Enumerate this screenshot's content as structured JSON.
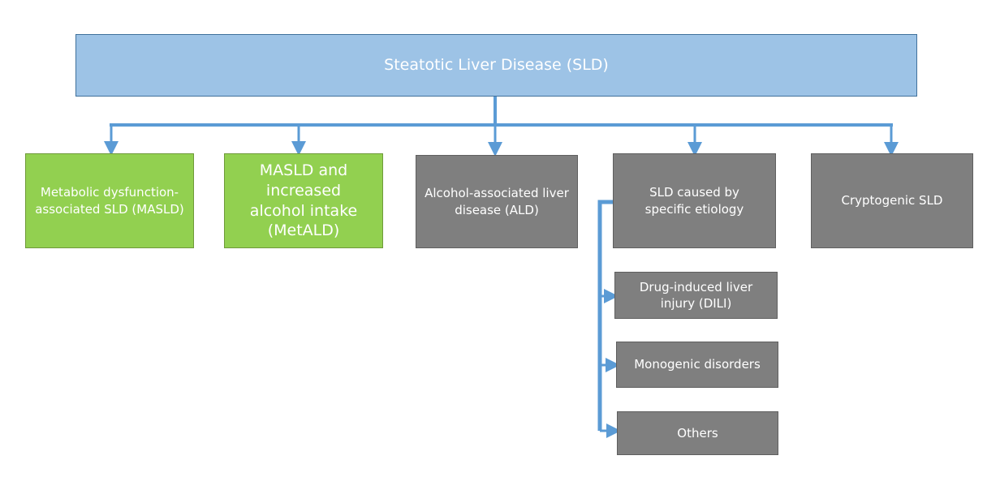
{
  "root": {
    "label": "Steatotic Liver Disease (SLD)"
  },
  "categories": [
    {
      "label": "Metabolic dysfunction-associated SLD (MASLD)"
    },
    {
      "label": "MASLD and increased alcohol intake (MetALD)"
    },
    {
      "label": "Alcohol-associated liver disease (ALD)"
    },
    {
      "label": "SLD caused by specific etiology"
    },
    {
      "label": "Cryptogenic SLD"
    }
  ],
  "etiologies": [
    {
      "label": "Drug-induced liver injury (DILI)"
    },
    {
      "label": "Monogenic disorders"
    },
    {
      "label": "Others"
    }
  ],
  "colors": {
    "root_fill": "#9dc3e6",
    "masld_fill": "#92d050",
    "other_fill": "#7f7f7f",
    "connector": "#5b9bd5",
    "text": "#ffffff"
  }
}
